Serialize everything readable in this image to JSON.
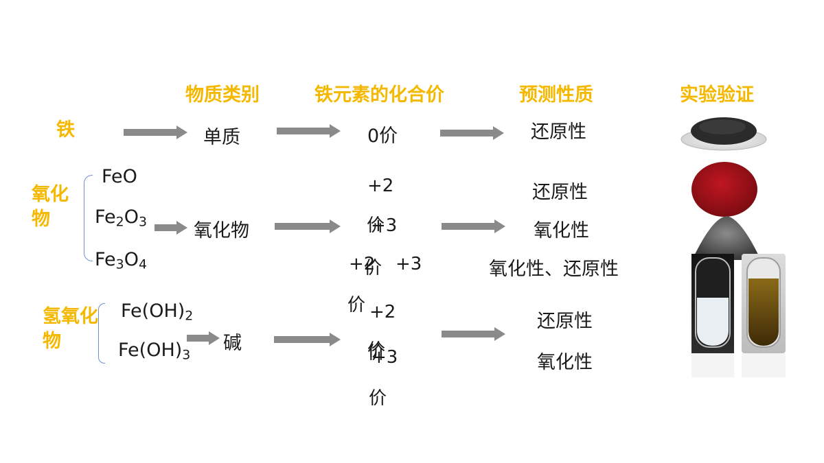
{
  "headers": {
    "category": "物质类别",
    "valence": "铁元素的化合价",
    "property": "预测性质",
    "experiment": "实验验证"
  },
  "row_iron": {
    "label": "铁",
    "category": "单质",
    "valence": "0价",
    "property": "还原性"
  },
  "row_oxide": {
    "label": "氧化物",
    "formulas": {
      "feo": "FeO",
      "fe2o3_a": "Fe",
      "fe2o3_b": "2",
      "fe2o3_c": "O",
      "fe2o3_d": "3",
      "fe3o4_a": "Fe",
      "fe3o4_b": "3",
      "fe3o4_c": "O",
      "fe3o4_d": "4"
    },
    "category": "氧化物",
    "valences": [
      "+2",
      "价",
      "+3",
      "价",
      "+2",
      "价",
      "+3",
      "价"
    ],
    "properties": [
      "还原性",
      "氧化性",
      "氧化性、还原性"
    ]
  },
  "row_hydroxide": {
    "label": "氢氧化物",
    "formulas": {
      "feoh2_a": "Fe(OH)",
      "feoh2_b": "2",
      "feoh3_a": "Fe(OH)",
      "feoh3_b": "3"
    },
    "category": "碱",
    "valences": [
      "+2",
      "价",
      "+3",
      "价"
    ],
    "properties": [
      "还原性",
      "氧化性"
    ]
  },
  "colors": {
    "accent": "#f5b800",
    "arrow": "#8a8a8a",
    "brace": "#6f8fd0"
  }
}
